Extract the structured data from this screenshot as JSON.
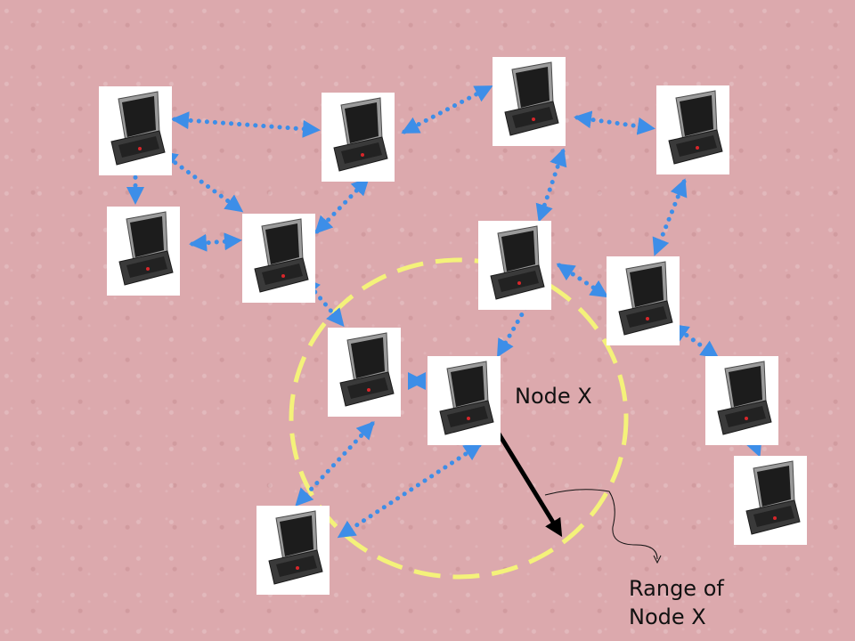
{
  "labels": {
    "node_x": "Node X",
    "range_line1": "Range of",
    "range_line2": "Node X"
  },
  "colors": {
    "background": "#dca9ad",
    "link": "#3d8ee8",
    "range_circle": "#f4f27a",
    "range_arrow": "#000000"
  },
  "icons": {
    "node": "laptop-icon",
    "link_endpoint": "arrowhead-icon"
  }
}
